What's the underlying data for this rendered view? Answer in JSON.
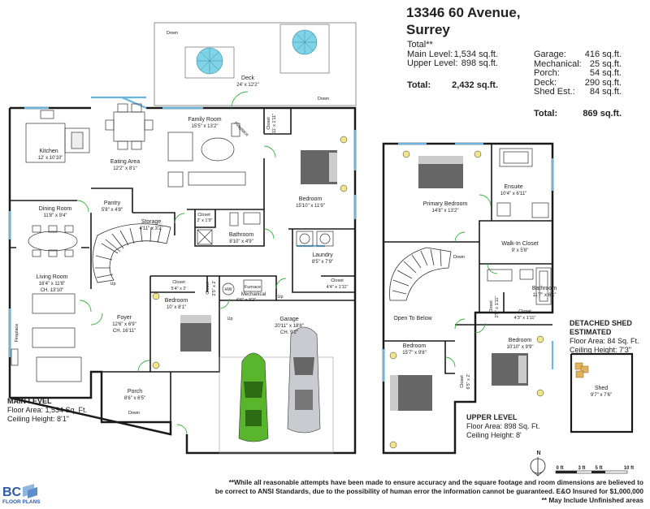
{
  "header": {
    "address_line1": "13346 60 Avenue,",
    "address_line2": "Surrey"
  },
  "summary": {
    "total_heading": "Total**",
    "left": [
      {
        "label": "Main Level:",
        "value": "1,534 sq.ft."
      },
      {
        "label": "Upper Level:",
        "value": "898 sq.ft."
      }
    ],
    "left_total": {
      "label": "Total:",
      "value": "2,432 sq.ft."
    },
    "right": [
      {
        "label": "Garage:",
        "value": "416 sq.ft."
      },
      {
        "label": "Mechanical:",
        "value": "25 sq.ft."
      },
      {
        "label": "Porch:",
        "value": "54 sq.ft."
      },
      {
        "label": "Deck:",
        "value": "290 sq.ft."
      },
      {
        "label": "Shed Est.:",
        "value": "84 sq.ft."
      }
    ],
    "right_total": {
      "label": "Total:",
      "value": "869 sq.ft."
    }
  },
  "levels": {
    "main": {
      "title": "MAIN LEVEL",
      "area": "Floor Area: 1,534 Sq. Ft.",
      "height": "Ceiling Height: 8'1\""
    },
    "upper": {
      "title": "UPPER LEVEL",
      "area": "Floor Area: 898 Sq. Ft.",
      "height": "Ceiling Height: 8'"
    },
    "shed": {
      "title1": "DETACHED SHED",
      "title2": "ESTIMATED",
      "area": "Floor Area: 84 Sq. Ft.",
      "height": "Ceiling Height: 7'3\""
    }
  },
  "rooms": {
    "deck": {
      "name": "Deck",
      "dim": "24' x 12'2\""
    },
    "deck_down1": "Down",
    "deck_down2": "Down",
    "kitchen": {
      "name": "Kitchen",
      "dim": "12' x 10'10\""
    },
    "eating": {
      "name": "Eating Area",
      "dim": "12'2\" x 8'1\""
    },
    "family": {
      "name": "Family Room",
      "dim": "15'5\" x 13'2\""
    },
    "fireplace_upper": "Fireplace",
    "closet_a": {
      "name": "Closet",
      "dim": "11' x 1'11\""
    },
    "bedroom_a": {
      "name": "Bedroom",
      "dim": "15'10\" x 11'9\""
    },
    "dining": {
      "name": "Dining Room",
      "dim": "11'8\" x 9'4\""
    },
    "pantry": {
      "name": "Pantry",
      "dim": "5'8\" x 4'8\""
    },
    "storage": {
      "name": "Storage",
      "dim": "4'11\" x 3'2\""
    },
    "closet_b": {
      "name": "Closet",
      "dim": "2' x 1'9\""
    },
    "bath_main": {
      "name": "Bathroom",
      "dim": "8'10\" x 4'9\""
    },
    "laundry": {
      "name": "Laundry",
      "dim": "8'5\" x 7'9\""
    },
    "closet_c": {
      "name": "Closet",
      "dim": "4'4\" x 1'11\""
    },
    "living": {
      "name": "Living Room",
      "dim": "16'4\" x 11'8\"",
      "ceiling": "CH. 13'10\""
    },
    "fireplace_left": "Fireplace",
    "closet_d": {
      "name": "Closet",
      "dim": "5'4\" x 2'"
    },
    "closet_e": {
      "name": "Closet",
      "dim": "2'5\" x 2'"
    },
    "hw": "HW",
    "furnace": "Furnace",
    "mechanical": {
      "name": "Mechanical",
      "dim": "6'6\" x 3'2\""
    },
    "foyer": {
      "name": "Foyer",
      "dim": "12'6\" x 6'9\"",
      "ceiling": "CH. 16'11\""
    },
    "bedroom_b": {
      "name": "Bedroom",
      "dim": "10' x 8'1\""
    },
    "garage": {
      "name": "Garage",
      "dim": "20'11\" x 18'8\"",
      "ceiling": "CH. 9'2\""
    },
    "porch": {
      "name": "Porch",
      "dim": "8'6\" x 6'5\""
    },
    "porch_down": "Down",
    "up1": "Up",
    "up2": "Up",
    "up3": "Up",
    "primary": {
      "name": "Primary Bedroom",
      "dim": "14'8\" x 13'2\""
    },
    "ensuite": {
      "name": "Ensuite",
      "dim": "10'4\" x 6'11\""
    },
    "walkin": {
      "name": "Walk-In Closet",
      "dim": "9' x 5'8\""
    },
    "stair_down": "Down",
    "open_below": "Open To Below",
    "bath_upper": {
      "name": "Bathroom",
      "dim": "11'7\" x 6'1\""
    },
    "closet_f": {
      "name": "Closet",
      "dim": "2'5\" x 1'11\""
    },
    "closet_g": {
      "name": "Closet",
      "dim": "4'3\" x 1'11\""
    },
    "bedroom_c": {
      "name": "Bedroom",
      "dim": "15'7\" x 9'8\""
    },
    "closet_h": {
      "name": "Closet",
      "dim": "6'5\" x 2'"
    },
    "bedroom_d": {
      "name": "Bedroom",
      "dim": "10'10\" x 9'9\""
    },
    "shed": {
      "name": "Shed",
      "dim": "9'7\" x 7'6\""
    }
  },
  "scale": {
    "north": "N",
    "t0": "0 ft",
    "t3": "3 ft",
    "t5": "5 ft",
    "t10": "10 ft"
  },
  "disclaimer": {
    "line1": "**While all reasonable attempts have been made to ensure accuracy and the square footage and room dimensions are believed to",
    "line2": "be correct to ANSI Standards, due to the possibility of human error the information cannot be guaranteed. E&O Insured for $1,000,000",
    "line3": "** May Include Unfinished areas"
  },
  "logo": {
    "text": "FLOOR PLANS",
    "mark": "BC"
  },
  "colors": {
    "wall": "#1a1a1a",
    "door": "#3cb043",
    "window": "#6bb6e0",
    "bed": "#666666",
    "car_green": "#59b52c",
    "car_silver": "#c8ccd0",
    "umbrella": "#7fd3e6"
  }
}
